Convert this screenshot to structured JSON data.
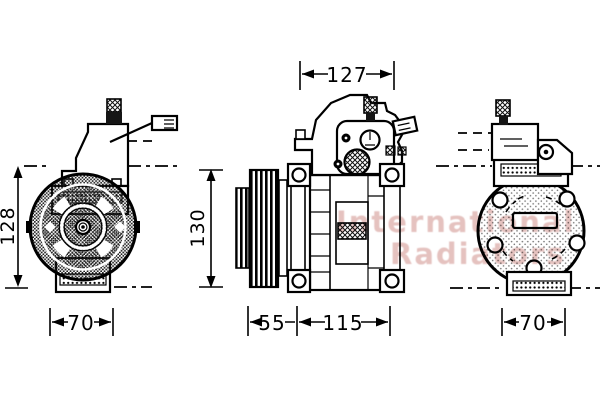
{
  "page": {
    "background": "#ffffff",
    "ink_color": "#000000",
    "watermark_color": "#cf8f8a"
  },
  "watermark": {
    "line1": "International",
    "line2": "Radiators"
  },
  "views": {
    "front": {
      "dim_height": "128",
      "dim_width": "70"
    },
    "side": {
      "dim_overall_width": "127",
      "dim_height": "130",
      "dim_pulley_width": "55",
      "dim_body_width": "115"
    },
    "rear": {
      "dim_width": "70"
    }
  }
}
